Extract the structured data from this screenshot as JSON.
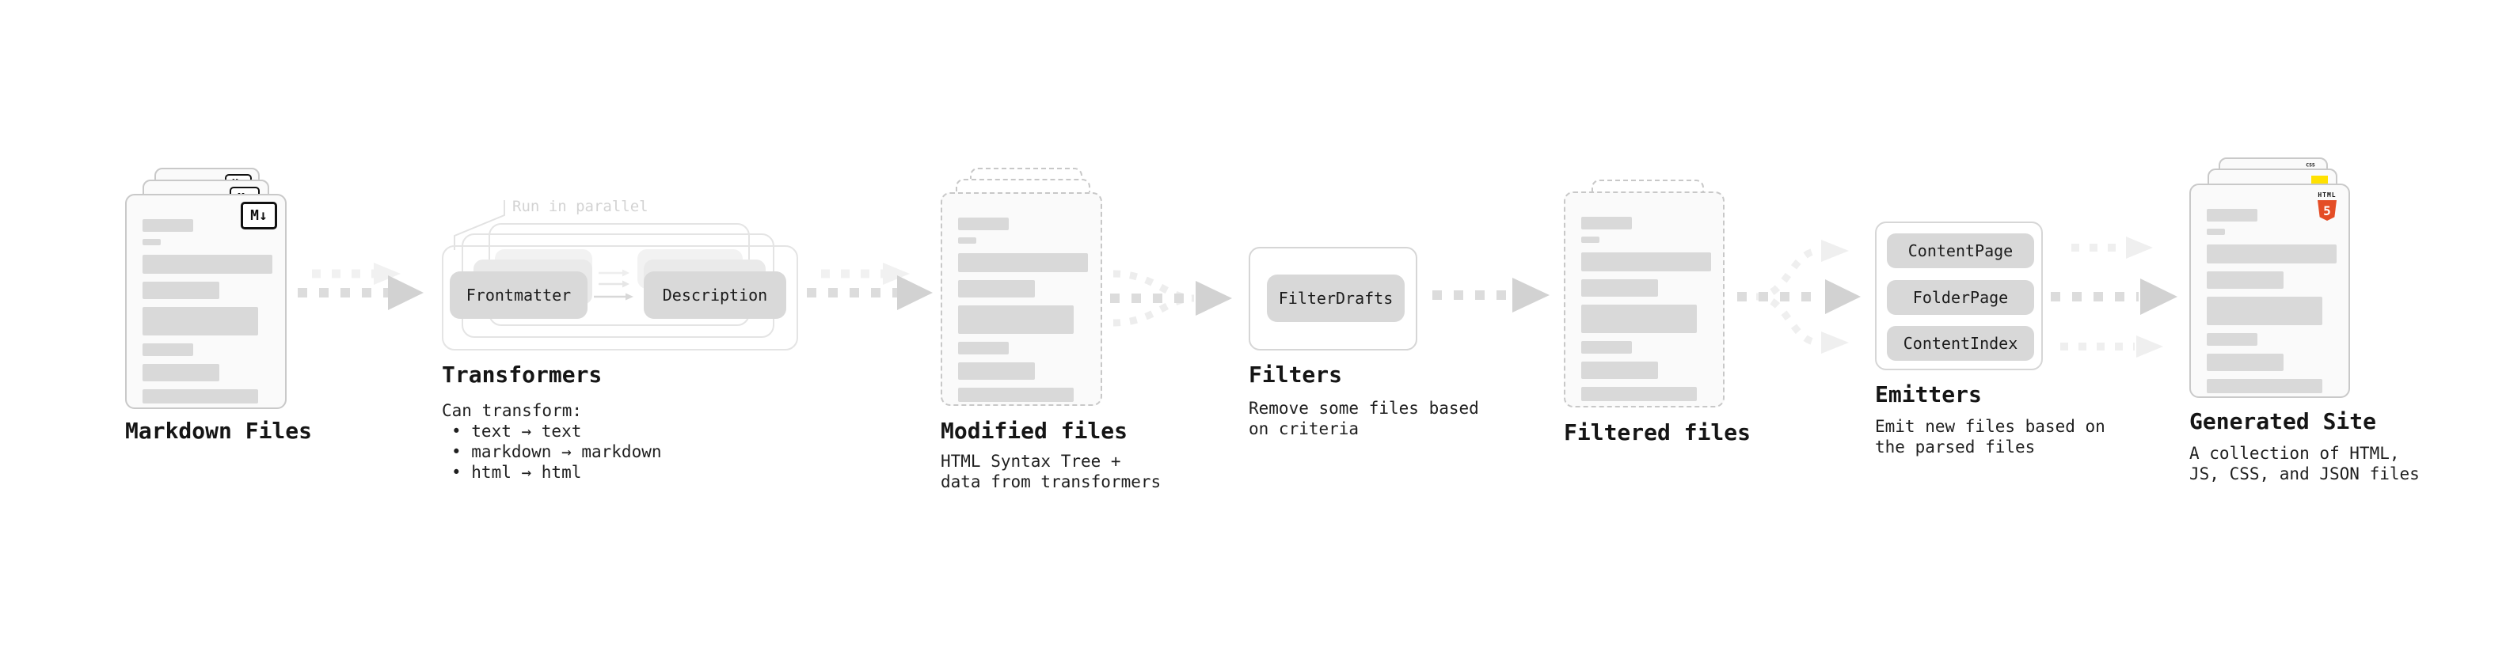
{
  "diagram": {
    "markdown_files": {
      "label": "Markdown Files",
      "badge": "M↓"
    },
    "transformers": {
      "note": "Run in parallel",
      "step_left": "Frontmatter",
      "step_right": "Description",
      "label": "Transformers",
      "desc_title": "Can transform:",
      "bullets": [
        "• text → text",
        "• markdown → markdown",
        "• html → html"
      ]
    },
    "modified_files": {
      "label": "Modified files",
      "desc": "HTML Syntax Tree +\ndata from transformers"
    },
    "filters": {
      "step": "FilterDrafts",
      "label": "Filters",
      "desc": "Remove some files based\non criteria"
    },
    "filtered_files": {
      "label": "Filtered files"
    },
    "emitters": {
      "steps": [
        "ContentPage",
        "FolderPage",
        "ContentIndex"
      ],
      "label": "Emitters",
      "desc": "Emit new files based on\nthe parsed files"
    },
    "generated_site": {
      "label": "Generated Site",
      "desc": "A collection of HTML,\nJS, CSS, and JSON files",
      "badge_html_top": "HTML",
      "badge_html_num": "5",
      "badge_css": "CSS"
    }
  },
  "colors": {
    "background": "#ffffff",
    "text_dark": "#151515",
    "bar_gray": "#d9d9d9",
    "card_fill": "#fafafa",
    "card_border": "#c9c9c9",
    "chip_fill": "#d8d8d8",
    "arrow_dash": "#dcdcdc",
    "arrow_head": "#d2d2d2",
    "arrow_light": "#efefef",
    "note_gray": "#d3d3d3",
    "html5_orange": "#e44d26",
    "js_yellow": "#ffe100",
    "css_blue": "#2a65f1"
  }
}
